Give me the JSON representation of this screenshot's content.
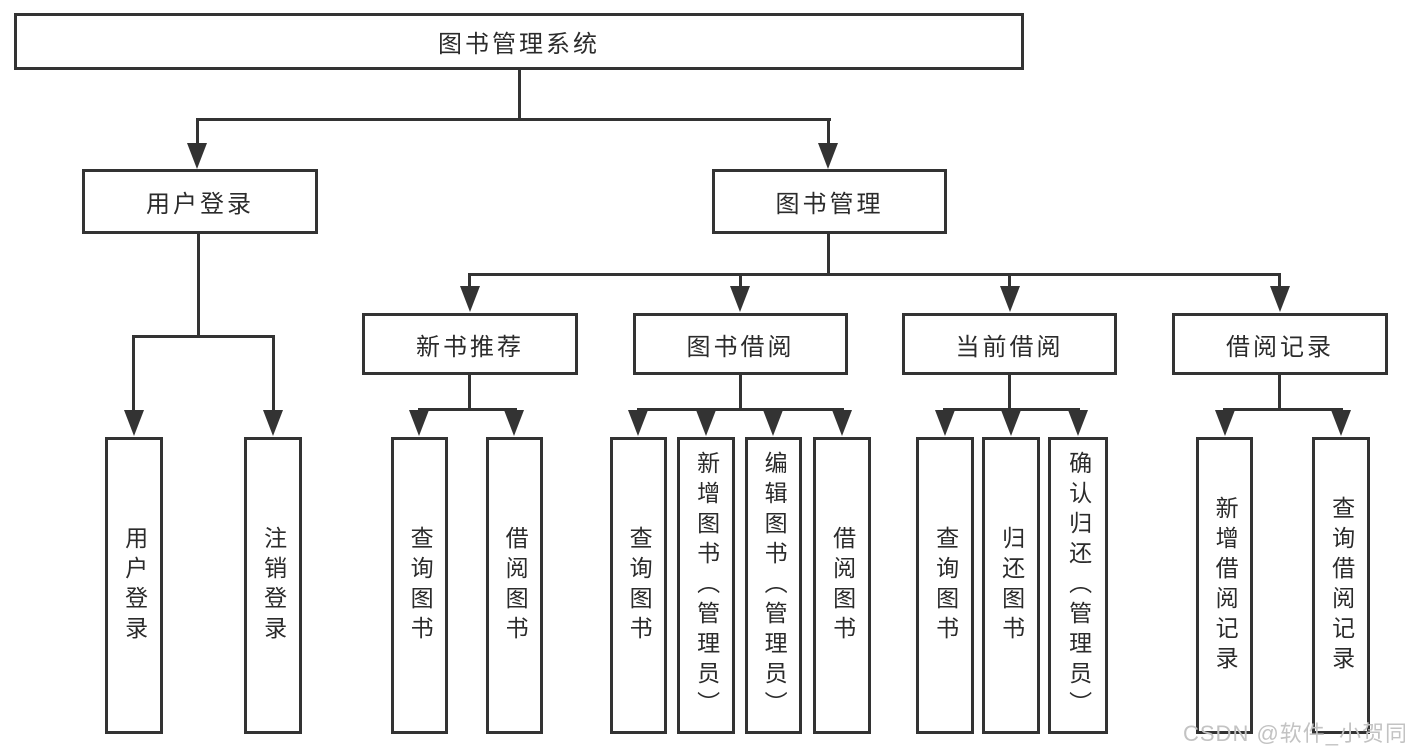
{
  "diagram": {
    "type": "hierarchy-tree",
    "title": "图书管理系统",
    "watermark": "CSDN @软件_小贺同学",
    "colors": {
      "line": "#333333",
      "box_border": "#333333",
      "text": "#2b2b2b",
      "watermark": "#c3c3c3",
      "background": "#ffffff"
    },
    "level2": [
      {
        "label": "用户登录",
        "parent": "图书管理系统"
      },
      {
        "label": "图书管理",
        "parent": "图书管理系统"
      }
    ],
    "level3": [
      {
        "label": "新书推荐",
        "parent": "图书管理"
      },
      {
        "label": "图书借阅",
        "parent": "图书管理"
      },
      {
        "label": "当前借阅",
        "parent": "图书管理"
      },
      {
        "label": "借阅记录",
        "parent": "图书管理"
      }
    ],
    "leaves": [
      {
        "label": "用户登录",
        "parent": "用户登录"
      },
      {
        "label": "注销登录",
        "parent": "用户登录"
      },
      {
        "label": "查询图书",
        "parent": "新书推荐"
      },
      {
        "label": "借阅图书",
        "parent": "新书推荐"
      },
      {
        "label": "查询图书",
        "parent": "图书借阅"
      },
      {
        "label": "新增图书（管理员）",
        "parent": "图书借阅"
      },
      {
        "label": "编辑图书（管理员）",
        "parent": "图书借阅"
      },
      {
        "label": "借阅图书",
        "parent": "图书借阅"
      },
      {
        "label": "查询图书",
        "parent": "当前借阅"
      },
      {
        "label": "归还图书",
        "parent": "当前借阅"
      },
      {
        "label": "确认归还（管理员）",
        "parent": "当前借阅"
      },
      {
        "label": "新增借阅记录",
        "parent": "借阅记录"
      },
      {
        "label": "查询借阅记录",
        "parent": "借阅记录"
      }
    ]
  }
}
